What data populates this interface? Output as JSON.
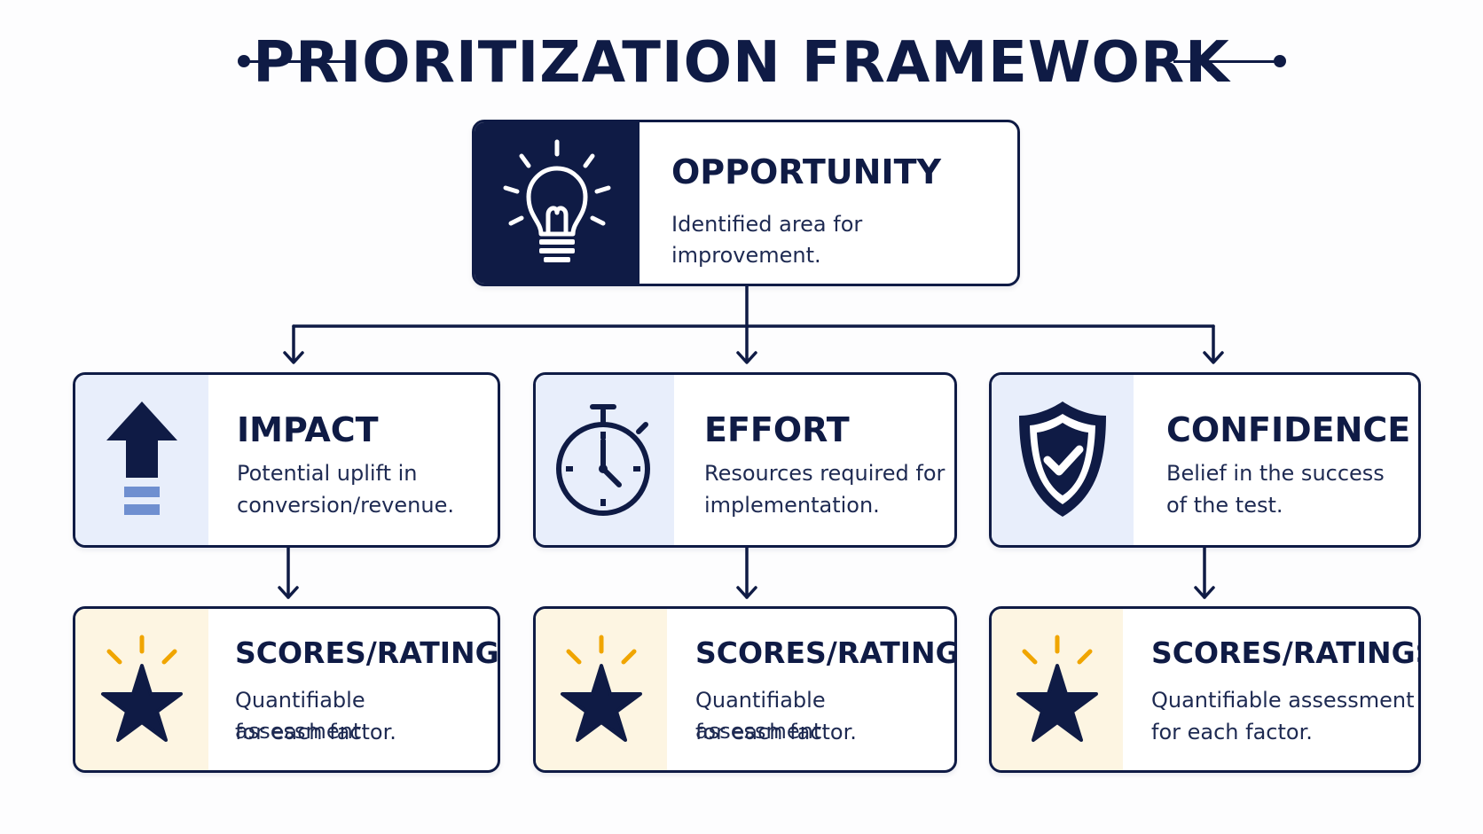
{
  "title": "PRIORITIZATION FRAMEWORK",
  "colors": {
    "navy": "#0f1b45",
    "light_blue": "#e8eefb",
    "cream": "#fdf5e2",
    "gold": "#f0a500"
  },
  "opportunity": {
    "icon": "lightbulb-icon",
    "title": "OPPORTUNITY",
    "description": "Identified area for improvement."
  },
  "factors": [
    {
      "icon": "arrow-up-icon",
      "title": "IMPACT",
      "line1": "Potential uplift in",
      "line2": "conversion/revenue."
    },
    {
      "icon": "stopwatch-icon",
      "title": "EFFORT",
      "line1": "Resources required for",
      "line2": "implementation."
    },
    {
      "icon": "shield-check-icon",
      "title": "CONFIDENCE",
      "line1": "Belief in the success",
      "line2": "of the test."
    }
  ],
  "scores": [
    {
      "icon": "star-icon",
      "title": "SCORES/RATINGS",
      "line1": "Quantifiable assessment",
      "line2": "for each factor."
    },
    {
      "icon": "star-icon",
      "title": "SCORES/RATINGS",
      "line1": "Quantifiable assessment",
      "line2": "for each factor."
    },
    {
      "icon": "star-icon",
      "title": "SCORES/RATINGS",
      "line1": "Quantifiable assessment",
      "line2": "for each factor."
    }
  ]
}
